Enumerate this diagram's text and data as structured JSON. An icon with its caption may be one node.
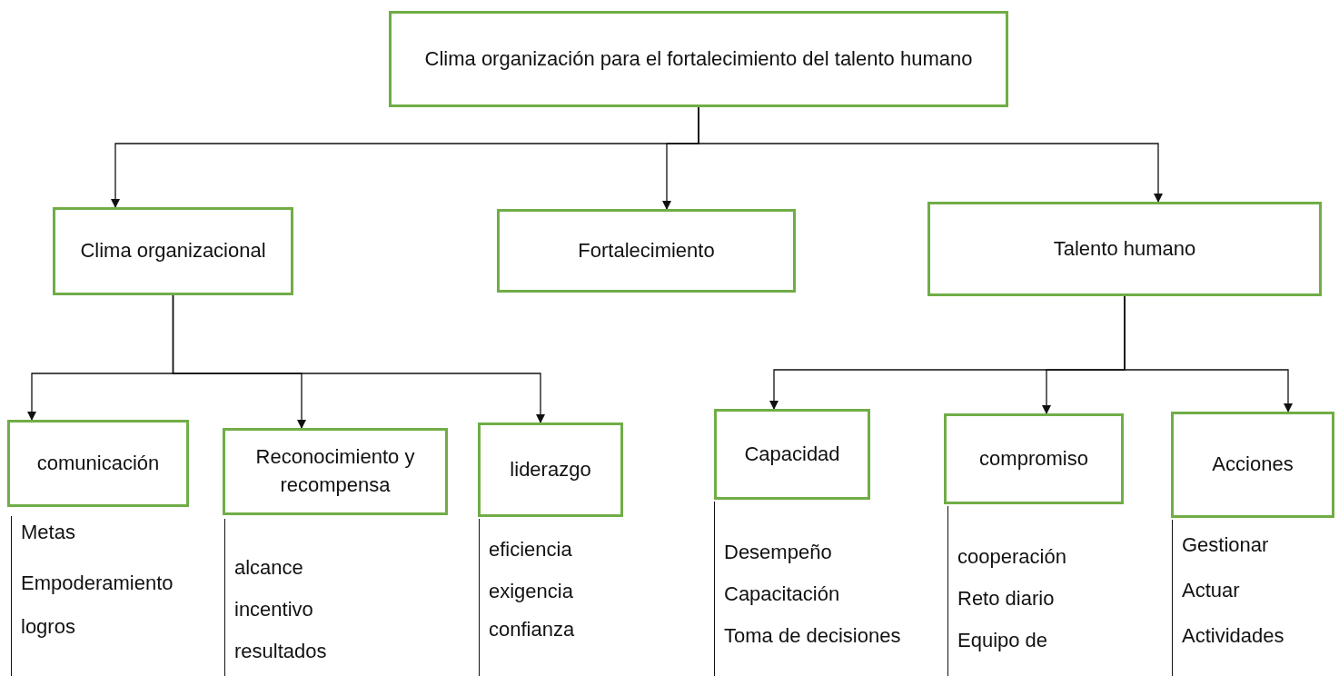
{
  "diagram": {
    "nodes": [
      {
        "text": [
          "Clima organización para el fortalecimiento del talento humano"
        ]
      },
      {
        "text": [
          "Clima organizacional"
        ]
      },
      {
        "text": [
          "Fortalecimiento"
        ]
      },
      {
        "text": [
          "Talento humano"
        ]
      },
      {
        "text": [
          "comunicación"
        ],
        "beside": [
          "Metas",
          "Empoderamiento",
          "logros"
        ]
      },
      {
        "text": [
          "Reconocimiento y recompensa"
        ],
        "beside": [
          "alcance",
          "incentivo",
          "resultados"
        ]
      },
      {
        "text": [
          "liderazgo"
        ],
        "beside": [
          "eficiencia",
          "exigencia",
          "confianza"
        ]
      },
      {
        "text": [
          "Capacidad"
        ],
        "beside": [
          "Desempeño",
          "Capacitación",
          "Toma de decisiones"
        ]
      },
      {
        "text": [
          "compromiso"
        ],
        "beside": [
          "cooperación",
          "Reto diario",
          "Equipo de"
        ]
      },
      {
        "text": [
          "Acciones"
        ],
        "beside": [
          "Gestionar",
          "Actuar",
          "Actividades"
        ]
      }
    ],
    "edges": [
      {
        "from": 0,
        "to": 1,
        "arrow": "to"
      },
      {
        "from": 0,
        "to": 2,
        "arrow": "to"
      },
      {
        "from": 0,
        "to": 3,
        "arrow": "to"
      },
      {
        "from": 1,
        "to": 4,
        "arrow": "to"
      },
      {
        "from": 1,
        "to": 5,
        "arrow": "to"
      },
      {
        "from": 1,
        "to": 6,
        "arrow": "to"
      },
      {
        "from": 3,
        "to": 7,
        "arrow": "to"
      },
      {
        "from": 3,
        "to": 8,
        "arrow": "to"
      },
      {
        "from": 3,
        "to": 9,
        "arrow": "to"
      }
    ]
  }
}
